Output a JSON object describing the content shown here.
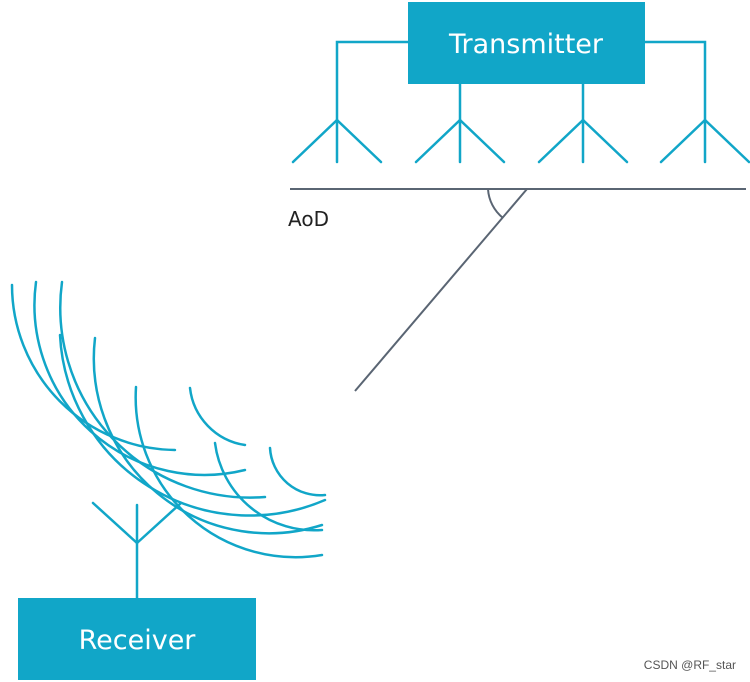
{
  "transmitter": {
    "label": "Transmitter"
  },
  "receiver": {
    "label": "Receiver"
  },
  "angle": {
    "label": "AoD"
  },
  "watermark": {
    "text": "CSDN @RF_star"
  },
  "colors": {
    "accent": "#11a6c8",
    "line": "#5a6573",
    "text": "#222222"
  }
}
